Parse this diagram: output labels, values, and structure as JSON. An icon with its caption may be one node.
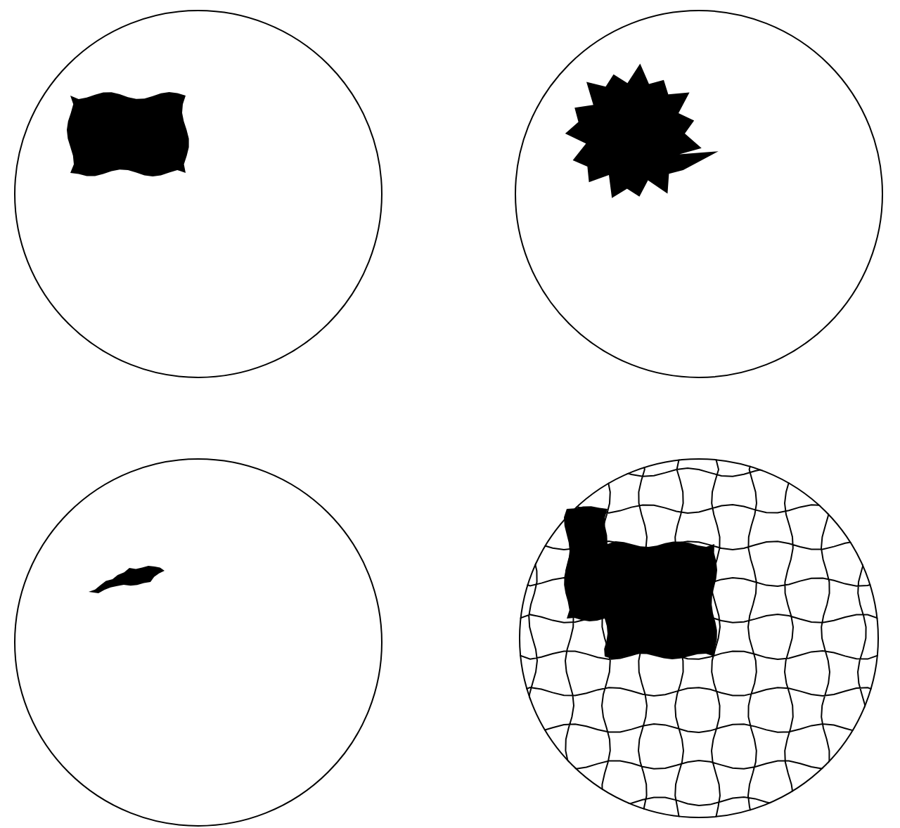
{
  "diagram": {
    "nodes": [
      {
        "text": [],
        "shape": "circle"
      },
      {
        "text": [],
        "shape": "circle"
      },
      {
        "text": [],
        "shape": "circle"
      },
      {
        "text": [],
        "shape": "circle"
      }
    ]
  }
}
